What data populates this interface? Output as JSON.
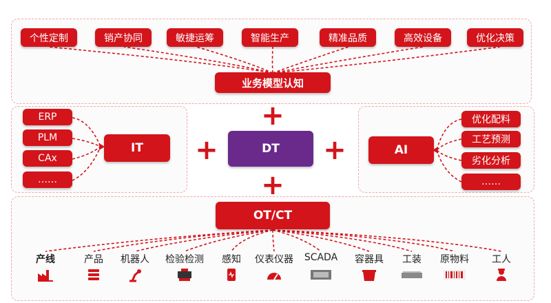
{
  "top": {
    "items": [
      "个性定制",
      "销产协同",
      "敏捷运筹",
      "智能生产",
      "精准品质",
      "高效设备",
      "优化决策"
    ],
    "center": "业务模型认知"
  },
  "it": {
    "items": [
      "ERP",
      "PLM",
      "CAx",
      "……"
    ],
    "center": "IT"
  },
  "dt": {
    "label": "DT"
  },
  "ai": {
    "items": [
      "优化配料",
      "工艺预测",
      "劣化分析",
      "……"
    ],
    "center": "AI"
  },
  "plus": "+",
  "bottom": {
    "center": "OT/CT",
    "devices": [
      {
        "label": "产线",
        "icon": "factory-icon"
      },
      {
        "label": "产品",
        "icon": "product-stack-icon"
      },
      {
        "label": "机器人",
        "icon": "robot-arm-icon"
      },
      {
        "label": "检验检测",
        "icon": "inspection-icon"
      },
      {
        "label": "感知",
        "icon": "sensor-icon"
      },
      {
        "label": "仪表仪器",
        "icon": "gauge-icon"
      },
      {
        "label": "SCADA",
        "icon": "scada-panel-icon"
      },
      {
        "label": "容器具",
        "icon": "container-icon"
      },
      {
        "label": "工装",
        "icon": "fixture-icon"
      },
      {
        "label": "原物料",
        "icon": "barcode-icon"
      },
      {
        "label": "工人",
        "icon": "worker-icon"
      }
    ]
  },
  "colors": {
    "accent": "#d3141b",
    "dt": "#6a2a8c",
    "border": "#f0a8a8"
  }
}
